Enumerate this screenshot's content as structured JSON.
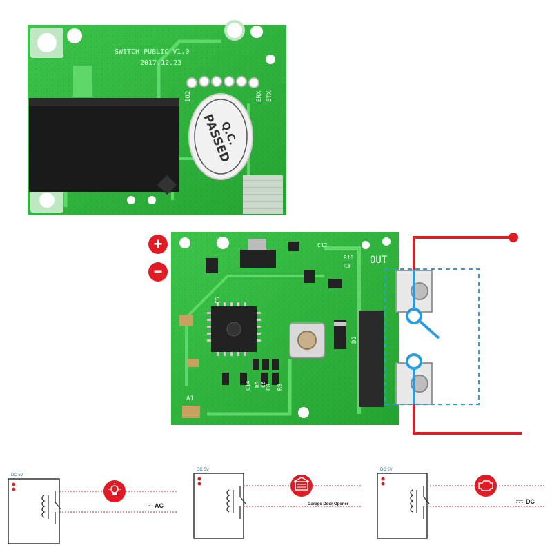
{
  "pcb_top": {
    "silkscreen_line1": "SWITCH PUBLIC V1.0",
    "silkscreen_line2": "2017.12.23",
    "pin_labels": [
      "IO2",
      "ERX",
      "ETX"
    ],
    "stamp_line1": "Q.C.",
    "stamp_line2": "PASSED"
  },
  "pcb_bottom": {
    "out_label": "OUT",
    "component_labels": [
      "C12",
      "R10",
      "R3",
      "D2",
      "A1",
      "R5",
      "R9",
      "C8",
      "C6",
      "C14",
      "C5"
    ]
  },
  "power_symbols": {
    "plus": "+",
    "minus": "−"
  },
  "diagrams": [
    {
      "supply_label": "DC 5V",
      "load_label": "AC",
      "load_icon": "light-bulb-icon"
    },
    {
      "supply_label": "DC 5V",
      "load_label": "Garage Door Opener",
      "load_icon": "garage-door-icon"
    },
    {
      "supply_label": "DC 5V",
      "load_label": "DC",
      "load_icon": "engine-icon"
    }
  ],
  "colors": {
    "pcb_green": "#2fb83a",
    "wire_red": "#e01b24",
    "switch_blue": "#2a9de0"
  }
}
